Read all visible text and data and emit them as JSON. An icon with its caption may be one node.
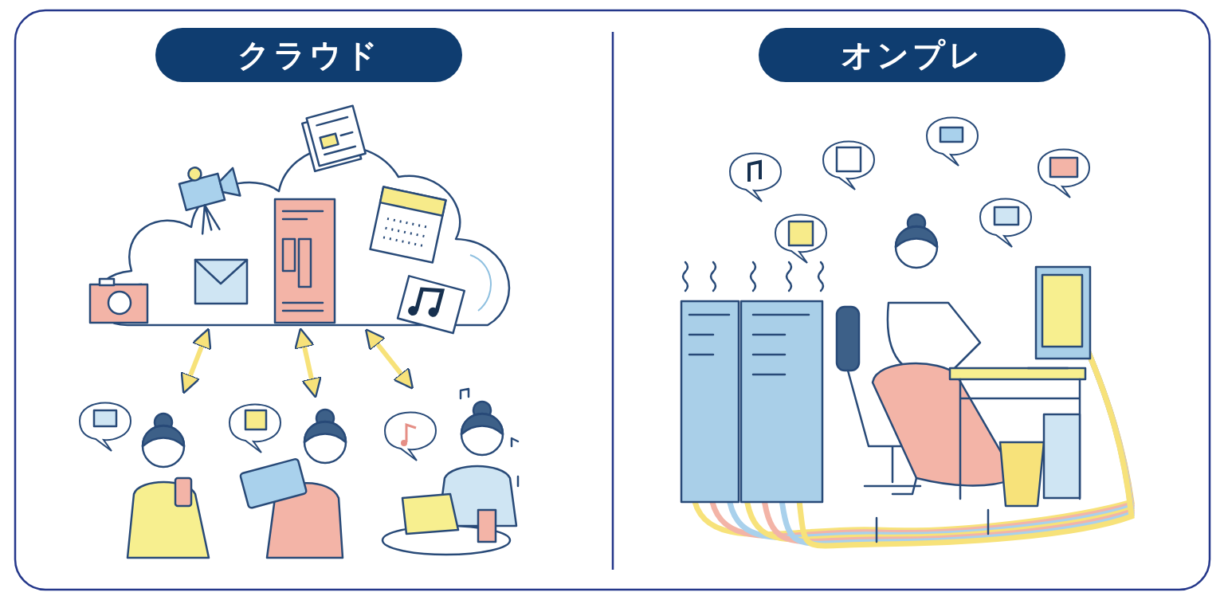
{
  "diagram": {
    "nodes": [
      {
        "text": [
          "クラウド"
        ]
      },
      {
        "text": [
          "オンプレ"
        ]
      },
      {
        "text": [],
        "shape": "cloud"
      },
      {
        "text": [],
        "shape": "person"
      },
      {
        "text": [],
        "shape": "person"
      },
      {
        "text": [],
        "shape": "person"
      }
    ],
    "edges": [
      {
        "from": 2,
        "to": 3,
        "arrow": "both"
      },
      {
        "from": 2,
        "to": 4,
        "arrow": "both"
      },
      {
        "from": 2,
        "to": 5,
        "arrow": "both"
      }
    ]
  }
}
